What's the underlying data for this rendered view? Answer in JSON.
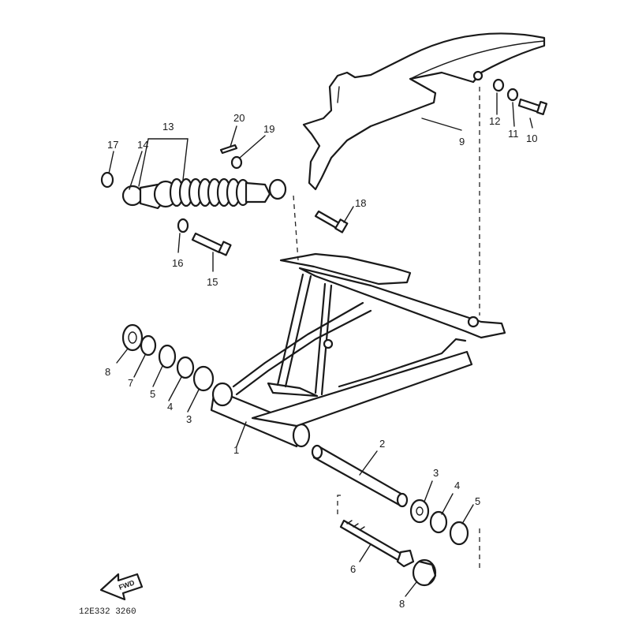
{
  "diagram": {
    "callouts": [
      {
        "id": "c1",
        "text": "1"
      },
      {
        "id": "c2",
        "text": "2"
      },
      {
        "id": "c3a",
        "text": "3"
      },
      {
        "id": "c3b",
        "text": "3"
      },
      {
        "id": "c4a",
        "text": "4"
      },
      {
        "id": "c4b",
        "text": "4"
      },
      {
        "id": "c5a",
        "text": "5"
      },
      {
        "id": "c5b",
        "text": "5"
      },
      {
        "id": "c6",
        "text": "6"
      },
      {
        "id": "c7",
        "text": "7"
      },
      {
        "id": "c8a",
        "text": "8"
      },
      {
        "id": "c8b",
        "text": "8"
      },
      {
        "id": "c9",
        "text": "9"
      },
      {
        "id": "c10",
        "text": "10"
      },
      {
        "id": "c11",
        "text": "11"
      },
      {
        "id": "c12",
        "text": "12"
      },
      {
        "id": "c13",
        "text": "13"
      },
      {
        "id": "c14",
        "text": "14"
      },
      {
        "id": "c15",
        "text": "15"
      },
      {
        "id": "c16",
        "text": "16"
      },
      {
        "id": "c17",
        "text": "17"
      },
      {
        "id": "c18",
        "text": "18"
      },
      {
        "id": "c19",
        "text": "19"
      },
      {
        "id": "c20",
        "text": "20"
      }
    ],
    "forward_arrow_label": "FWD",
    "drawing_code": "12E332 3260"
  }
}
